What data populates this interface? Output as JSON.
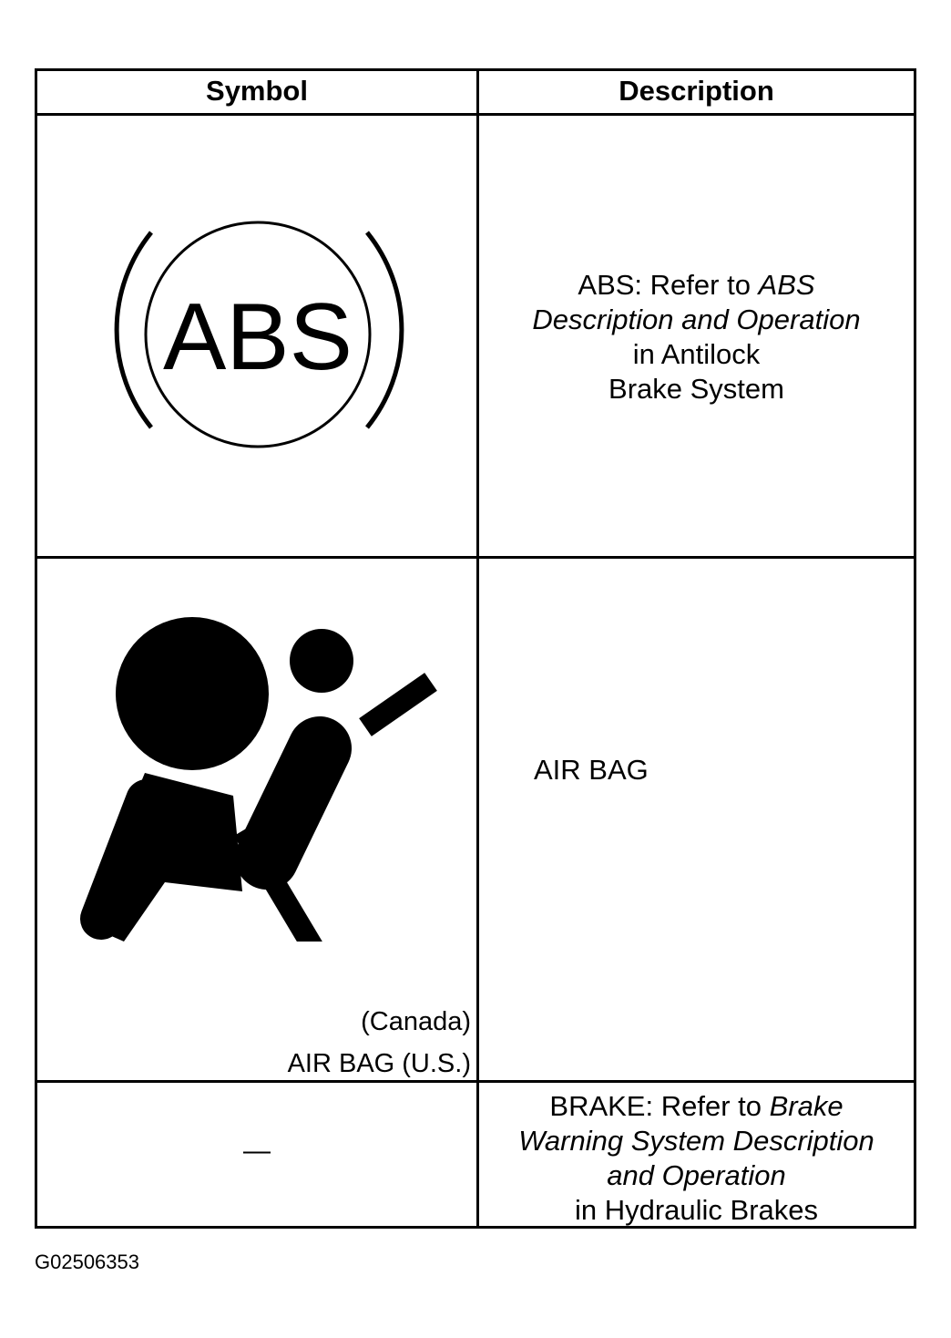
{
  "table": {
    "headers": {
      "symbol": "Symbol",
      "description": "Description"
    },
    "rows": [
      {
        "symbol_icon": "abs-warning-icon",
        "symbol_text": "ABS",
        "desc": {
          "pre": "ABS: Refer to ",
          "italic1": "ABS",
          "italic2": "Description and Operation",
          "line3": "in Antilock",
          "line4": "Brake System"
        }
      },
      {
        "symbol_icon": "airbag-warning-icon",
        "notes": [
          "(Canada)",
          "AIR BAG (U.S.)"
        ],
        "desc": {
          "text": "AIR BAG"
        }
      },
      {
        "symbol_text": "—",
        "desc": {
          "pre": "BRAKE: Refer to ",
          "italic1": "Brake",
          "italic2": "Warning System Description",
          "italic3": "and Operation",
          "line4": "in Hydraulic Brakes"
        }
      }
    ]
  },
  "figure_id": "G02506353"
}
